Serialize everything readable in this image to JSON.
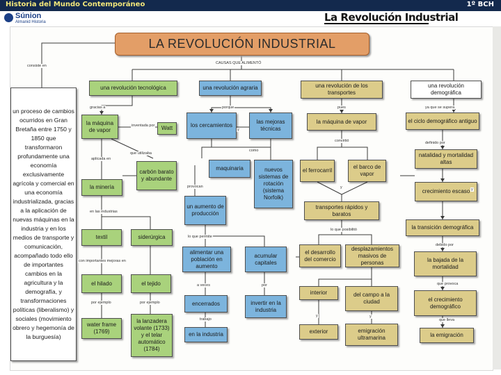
{
  "header": {
    "left_title": "Historia del Mundo Contemporáneo",
    "right_label": "1º BCH"
  },
  "logo": {
    "name": "Súnion",
    "subtitle": "Almanid Historia"
  },
  "unit_title": "La Revolución Industrial",
  "map": {
    "title": "LA REVOLUCIÓN INDUSTRIAL",
    "nodes": {
      "def": "un proceso de cambios ocurridos en Gran Bretaña entre 1750 y 1850 que transformaron profundamente una economía exclusivamente agrícola y comercial en una economía industrializada, gracias a la aplicación de nuevas máquinas en la industria y en los medios de transporte y comunicación, acompañado todo ello de importantes cambios en la agricultura y la demografía, y transformaciones políticas (liberalismo) y sociales (movimiento obrero y hegemonía de la burguesía)",
      "tec": "una revolución tecnológica",
      "agr": "una revolución agraria",
      "tra": "una revolución de los transportes",
      "dem": "una revolución demográfica",
      "maq": "la máquina de vapor",
      "watt": "Watt",
      "cerr": "los cercamientos",
      "mejo": "las mejoras técnicas",
      "maqv": "la máquina de vapor",
      "ciclo": "el ciclo demográfico antiguo",
      "carbon": "carbón barato y abundante",
      "mineria": "la minería",
      "maquin": "maquinaria",
      "rot": "nuevos sistemas de rotación (sistema Norfolk)",
      "ferro": "el ferrocarril",
      "barco": "el barco de vapor",
      "mort": "natalidad y mortalidad altas",
      "crec": "crecimiento escaso",
      "aumento": "un aumento de producción",
      "transp": "transportes rápidos y baratos",
      "trans_dem": "la transición demográfica",
      "textil": "textil",
      "sider": "siderúrgica",
      "alim": "alimentar una población en aumento",
      "acum": "acumular capitales",
      "desa": "el desarrollo del comercio",
      "desp": "desplazamientos masivos de personas",
      "baja": "la bajada de la mortalidad",
      "hilado": "el hilado",
      "tejido": "el tejido",
      "enclo": "encerrados",
      "invert": "invertir en la industria",
      "interior": "interior",
      "campo": "del campo a la ciudad",
      "crec_dem": "el crecimiento demográfico",
      "water": "water frame (1769)",
      "lanz": "la lanzadera volante (1733) y el telar automático (1784)",
      "enlaind": "en la industria",
      "exterior": "exterior",
      "emig": "emigración ultramarina",
      "laemig": "la emigración"
    },
    "labels": {
      "l1": "consiste en",
      "l2": "CAUSAS QUE ALIMENTÓ",
      "l3": "gracias a",
      "l4": "porque",
      "l5": "pues",
      "l6": "ya que se supera",
      "l7": "inventada por",
      "l8": "que utilizaba",
      "l9": "como",
      "l10": "convirtió",
      "l11": "definido por",
      "l12": "aplicada en",
      "l13": "provocan",
      "l14": "y",
      "l15": "lo que posibilitó",
      "l16": "en las industrias",
      "l17": "lo que permite",
      "l18": "debido por",
      "l19": "que provoca",
      "l20": "con importantes mejoras en",
      "l21": "a veces",
      "l22": "por",
      "l23": "por ejemplo",
      "l24": "que lleva",
      "l25": "trabajo",
      "l26": "y",
      "l27": "y",
      "l28": "y",
      "l29": "y"
    }
  }
}
